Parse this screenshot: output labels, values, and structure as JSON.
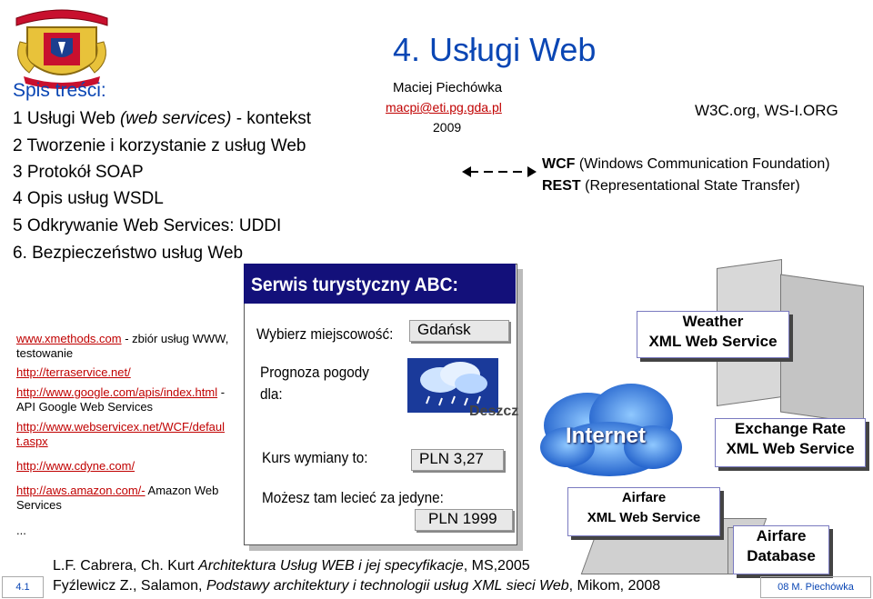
{
  "header": {
    "title": "4. Usługi Web",
    "author": "Maciej Piechówka",
    "email": "macpi@eti.pg.gda.pl",
    "year": "2009"
  },
  "toc": {
    "title": "Spis treści:",
    "items": [
      {
        "pre": "1 Usługi Web ",
        "em": "(web services)",
        "post": " - kontekst"
      },
      {
        "pre": "2 Tworzenie i korzystanie z usług Web",
        "em": "",
        "post": ""
      },
      {
        "pre": "3 Protokół SOAP",
        "em": "",
        "post": ""
      },
      {
        "pre": "4 Opis usług WSDL",
        "em": "",
        "post": ""
      },
      {
        "pre": "5 Odkrywanie Web Services: UDDI",
        "em": "",
        "post": ""
      },
      {
        "pre": "6. Bezpieczeństwo usług Web",
        "em": "",
        "post": ""
      }
    ]
  },
  "standards": {
    "orgs": "W3C.org, WS-I.ORG",
    "wcf_abbr": "WCF",
    "wcf_desc": " (Windows Communication Foundation)",
    "rest_abbr": "REST",
    "rest_desc": " (Representational State Transfer)"
  },
  "links": [
    {
      "link": "www.xmethods.com",
      "text": " - zbiór usług WWW, testowanie"
    },
    {
      "link": "http://terraservice.net/",
      "text": ""
    },
    {
      "link": "http://www.google.com/apis/index.html",
      "text": " - API Google Web Services"
    },
    {
      "link": "http://www.webservicex.net/WCF/default.aspx",
      "text": ""
    },
    {
      "link": "http://www.cdyne.com/",
      "text": ""
    },
    {
      "link": "http://aws.amazon.com/-",
      "text": " Amazon Web Services"
    },
    {
      "link": "",
      "text": "..."
    }
  ],
  "panel": {
    "title": "Serwis turystyczny ABC:",
    "choose_label": "Wybierz miejscowość:",
    "city": "Gdańsk",
    "forecast_label": "Prognoza pogody dla:",
    "forecast_value": "Deszcz",
    "rate_label": "Kurs wymiany to:",
    "rate_value": "PLN 3,27",
    "flight_label": "Możesz tam lecieć za jedyne:",
    "flight_value": "PLN 1999"
  },
  "diagram": {
    "internet": "Internet",
    "weather": "Weather\nXML Web Service",
    "exchange": "Exchange Rate\nXML Web Service",
    "airfare": "Airfare\nXML Web Service",
    "airfare_db": "Airfare\nDatabase"
  },
  "references": {
    "ref1_pre": "L.F. Cabrera, Ch. Kurt ",
    "ref1_em": "Architektura Usług WEB i jej specyfikacje",
    "ref1_post": ", MS,2005",
    "ref2_pre": "Fyźlewicz Z., Salamon, ",
    "ref2_em": "Podstawy architektury i technologii usług XML sieci Web",
    "ref2_post": ", Mikom, 2008"
  },
  "footer": {
    "page_left": "4.1",
    "page_right": "08 M. Piechówka"
  },
  "colors": {
    "title": "#0a46b4",
    "link": "#c00000",
    "panel_header": "#13107a"
  },
  "icons": {
    "logo": "university-crest-logo",
    "weather": "rain-cloud-icon",
    "cloud": "internet-cloud-icon",
    "server": "server-icon"
  }
}
